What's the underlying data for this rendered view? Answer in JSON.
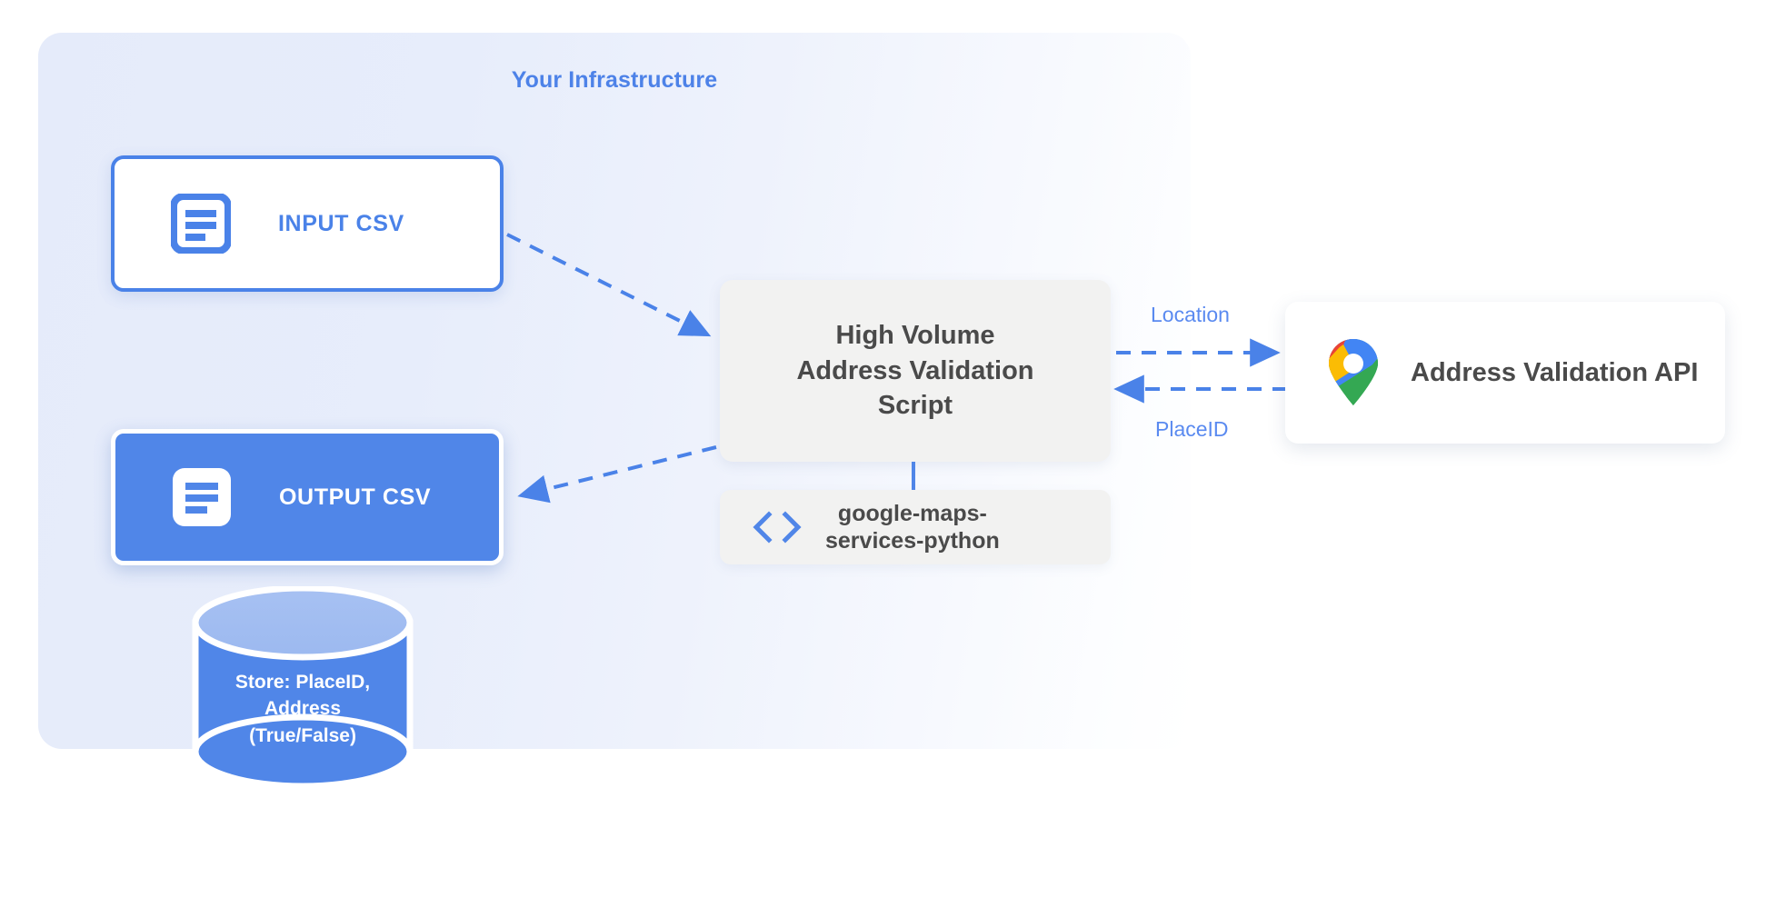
{
  "diagram": {
    "title": "Your Infrastructure",
    "accent_color": "#4a82e8",
    "panel_color": "#e5ebfa"
  },
  "nodes": {
    "input_csv": {
      "label": "INPUT CSV",
      "icon": "document-icon"
    },
    "output_csv": {
      "label": "OUTPUT CSV",
      "icon": "document-icon"
    },
    "script": {
      "label": "High Volume\nAddress Validation\nScript"
    },
    "library": {
      "label": "google-maps-\nservices-python",
      "icon": "code-icon"
    },
    "api": {
      "label": "Address Validation API",
      "icon": "google-maps-pin-icon"
    },
    "database": {
      "label": "Store: PlaceID,\nAddress\n(True/False)"
    }
  },
  "edges": {
    "request_label": "Location",
    "response_label": "PlaceID"
  }
}
